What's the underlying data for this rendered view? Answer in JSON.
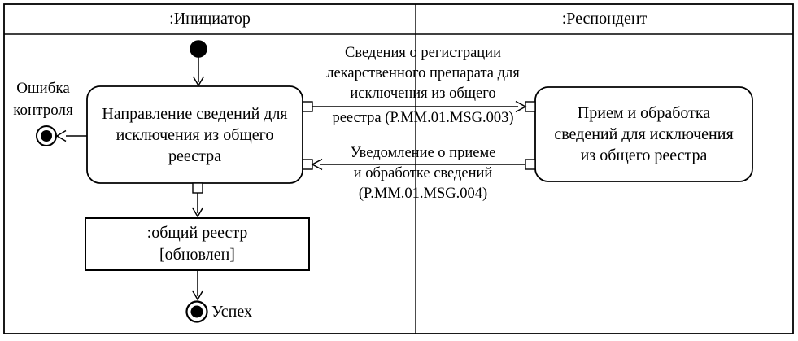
{
  "lanes": {
    "initiator": {
      "title": ":Инициатор"
    },
    "respondent": {
      "title": ":Респондент"
    }
  },
  "nodes": {
    "initiator_action": {
      "lines": [
        "Направление сведений для",
        "исключения из общего",
        "реестра"
      ]
    },
    "respondent_action": {
      "lines": [
        "Прием и обработка",
        "сведений для исключения",
        "из общего реестра"
      ]
    },
    "registry_object": {
      "lines": [
        ":общий реестр",
        "[обновлен]"
      ]
    },
    "error_final": {
      "lines": [
        "Ошибка",
        "контроля"
      ]
    },
    "success_final": {
      "label": "Успех"
    }
  },
  "messages": {
    "request": {
      "lines": [
        "Сведения о регистрации",
        "лекарственного препарата для",
        "исключения из общего",
        "реестра (P.MM.01.MSG.003)"
      ]
    },
    "response": {
      "lines": [
        "Уведомление о приеме",
        "и обработке сведений",
        "(P.MM.01.MSG.004)"
      ]
    }
  },
  "colors": {
    "line": "#000000",
    "background": "#ffffff",
    "node_fill": "#000000"
  }
}
